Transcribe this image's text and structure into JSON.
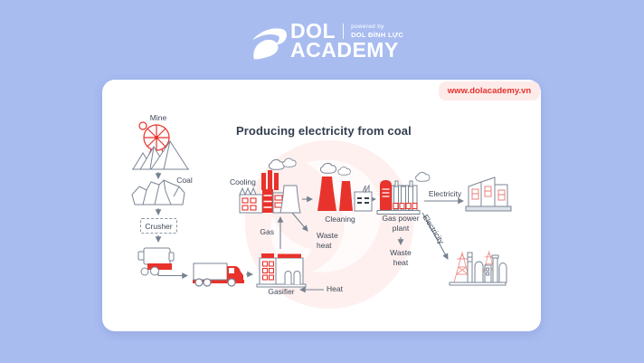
{
  "header": {
    "brand_dol": "DOL",
    "brand_academy": "ACADEMY",
    "powered_by": "powered by",
    "powered_brand": "DOL ĐÌNH LỰC"
  },
  "card": {
    "website_badge": "www.dolacademy.vn",
    "title": "Producing electricity from coal"
  },
  "diagram": {
    "labels": {
      "mine": "Mine",
      "coal": "Coal",
      "crusher": "Crusher",
      "gasifier": "Gasifier",
      "heat": "Heat",
      "gas": "Gas",
      "cooling": "Cooling",
      "waste_heat_cooling": "Waste heat",
      "cleaning": "Cleaning",
      "gas_power_plant": "Gas power plant",
      "waste_heat_plant": "Waste heat",
      "electricity_homes": "Electricity",
      "electricity_industry": "Electricity"
    },
    "icons": [
      "mine-headframe-icon",
      "coal-rocks-icon",
      "crusher-machine-icon",
      "coal-truck-icon",
      "gasifier-building-icon",
      "cooling-plant-icon",
      "cleaning-towers-icon",
      "gas-power-plant-icon",
      "city-buildings-icon",
      "industrial-plant-icon",
      "smoke-cloud-icon",
      "flow-arrow-icon",
      "dol-logo-icon",
      "watermark-logo-icon"
    ],
    "colors": {
      "accent_red": "#e8322c",
      "light_red": "#ef938d",
      "outline_gray": "#7b8594",
      "text_dark": "#3e4857",
      "title_dark": "#333e4f",
      "background": "#a8bcf0",
      "card": "#ffffff",
      "badge_bg": "#fcebe9",
      "badge_text": "#e5322e",
      "watermark_pink": "#fdf0ee"
    }
  }
}
